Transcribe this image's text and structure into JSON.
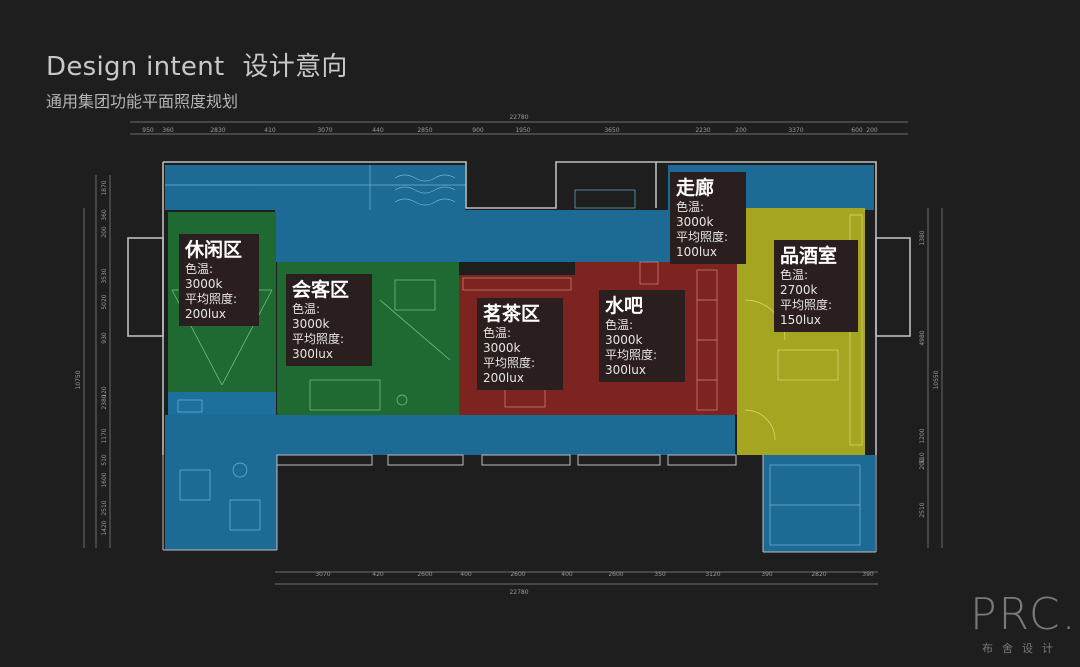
{
  "header": {
    "title_en": "Design intent",
    "title_cn": "设计意向",
    "subtitle": "通用集团功能平面照度规划"
  },
  "dimensions": {
    "top_total": "22780",
    "top_segments": [
      "950",
      "360",
      "2830",
      "410",
      "3070",
      "440",
      "2850",
      "900",
      "1950",
      "3650",
      "2230",
      "200",
      "3370",
      "600",
      "200"
    ],
    "bottom_total": "22780",
    "bottom_segments": [
      "3070",
      "420",
      "2600",
      "400",
      "2600",
      "400",
      "2600",
      "350",
      "3120",
      "390",
      "2820",
      "390"
    ],
    "left_total": "10750",
    "left_segments": [
      "1870",
      "360",
      "200",
      "3530",
      "5020",
      "930",
      "120",
      "2380",
      "1170",
      "510",
      "1600",
      "2510",
      "1420"
    ],
    "right_total": "10550",
    "right_segments": [
      "1380",
      "4980",
      "1200",
      "200",
      "510",
      "2510"
    ]
  },
  "zones": [
    {
      "name": "休闲区",
      "temp_label": "色温:",
      "temp": "3000k",
      "lux_label": "平均照度:",
      "lux": "200lux",
      "color": "#1f6a33"
    },
    {
      "name": "会客区",
      "temp_label": "色温:",
      "temp": "3000k",
      "lux_label": "平均照度:",
      "lux": "300lux",
      "color": "#1f6a33"
    },
    {
      "name": "茗茶区",
      "temp_label": "色温:",
      "temp": "3000k",
      "lux_label": "平均照度:",
      "lux": "200lux",
      "color": "#7d2420"
    },
    {
      "name": "水吧",
      "temp_label": "色温:",
      "temp": "3000k",
      "lux_label": "平均照度:",
      "lux": "300lux",
      "color": "#7d2420"
    },
    {
      "name": "走廊",
      "temp_label": "色温:",
      "temp": "3000k",
      "lux_label": "平均照度:",
      "lux": "100lux",
      "color": "#1d6f9c"
    },
    {
      "name": "品酒室",
      "temp_label": "色温:",
      "temp": "2700k",
      "lux_label": "平均照度:",
      "lux": "150lux",
      "color": "#a6a522"
    }
  ],
  "logo": {
    "mark": "PRC.S",
    "sub": "布舍设计"
  }
}
